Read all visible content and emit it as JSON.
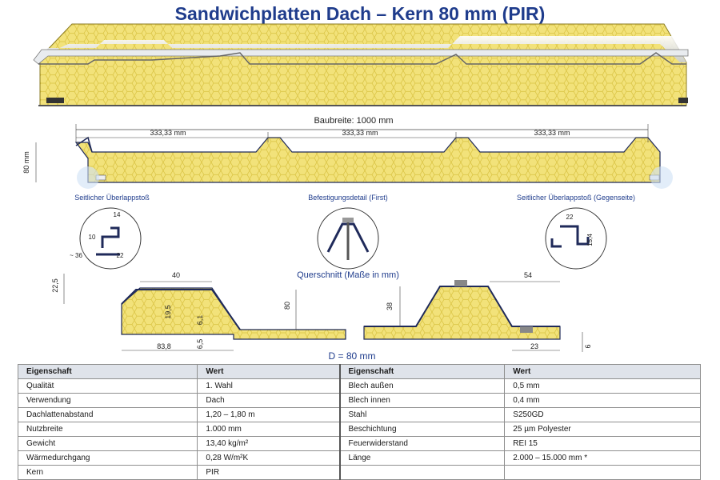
{
  "title": "Sandwichplatten Dach – Kern 80 mm (PIR)",
  "section_drawing": {
    "baubreite": "Baubreite: 1000 mm",
    "segments": [
      "333,33 mm",
      "333,33 mm",
      "333,33 mm"
    ],
    "height": "80 mm"
  },
  "details": {
    "left": {
      "label": "Seitlicher Überlappstoß",
      "dims": [
        "14",
        "10",
        "~ 36",
        "22"
      ]
    },
    "middle": {
      "label": "Befestigungsdetail (First)"
    },
    "right": {
      "label": "Seitlicher Überlappstoß (Gegenseite)",
      "dims": [
        "22",
        "15,4"
      ]
    }
  },
  "cross_section": {
    "title": "Querschnitt (Maße in mm)",
    "left_dims": [
      "22,5",
      "40",
      "19,5",
      "6,1",
      "6,5",
      "83,8",
      "80"
    ],
    "right_dims": [
      "54",
      "38",
      "23",
      "6"
    ],
    "core": "D = 80 mm"
  },
  "table": {
    "headers": [
      "Eigenschaft",
      "Wert",
      "Eigenschaft",
      "Wert"
    ],
    "rows": [
      [
        "Qualität",
        "1. Wahl",
        "Blech außen",
        "0,5 mm"
      ],
      [
        "Verwendung",
        "Dach",
        "Blech innen",
        "0,4 mm"
      ],
      [
        "Dachlattenabstand",
        "1,20 – 1,80 m",
        "Stahl",
        "S250GD"
      ],
      [
        "Nutzbreite",
        "1.000 mm",
        "Beschichtung",
        "25 µm Polyester"
      ],
      [
        "Gewicht",
        "13,40 kg/m²",
        "Feuerwiderstand",
        "REI 15"
      ],
      [
        "Wärmedurchgang",
        "0,28 W/m²K",
        "Länge",
        "2.000 – 15.000 mm *"
      ],
      [
        "Kern",
        "PIR",
        "",
        ""
      ]
    ]
  },
  "colors": {
    "title": "#1f3c8c",
    "foam": "#f2e27a",
    "steel": "#e9ecef",
    "outline": "#1f2a5a"
  }
}
